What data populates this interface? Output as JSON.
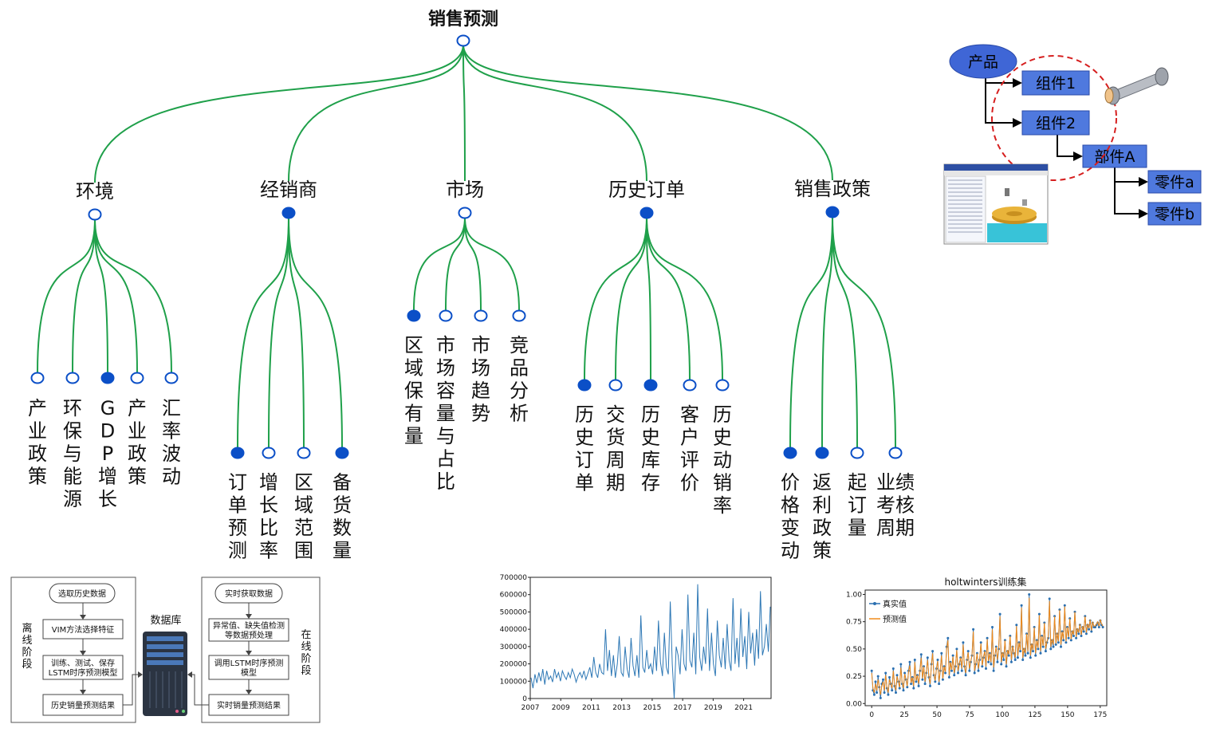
{
  "tree": {
    "root": {
      "label": "销售预测",
      "filled": false
    },
    "categories": [
      {
        "label": "环境",
        "filled": false,
        "leaves": [
          {
            "chars": [
              "产",
              "业",
              "政",
              "策"
            ],
            "filled": false
          },
          {
            "chars": [
              "环",
              "保",
              "与",
              "能",
              "源"
            ],
            "filled": false
          },
          {
            "chars": [
              "G",
              "D",
              "P",
              "增",
              "长"
            ],
            "filled": true
          },
          {
            "chars": [
              "产",
              "业",
              "政",
              "策"
            ],
            "filled": false
          },
          {
            "chars": [
              "汇",
              "率",
              "波",
              "动"
            ],
            "filled": false
          }
        ]
      },
      {
        "label": "经销商",
        "filled": true,
        "leaves": [
          {
            "chars": [
              "订",
              "单",
              "预",
              "测"
            ],
            "filled": true
          },
          {
            "chars": [
              "增",
              "长",
              "比",
              "率"
            ],
            "filled": false
          },
          {
            "chars": [
              "区",
              "域",
              "范",
              "围"
            ],
            "filled": false
          },
          {
            "chars": [
              "备",
              "货",
              "数",
              "量"
            ],
            "filled": true
          }
        ]
      },
      {
        "label": "市场",
        "filled": false,
        "leaves": [
          {
            "chars": [
              "区",
              "域",
              "保",
              "有",
              "量"
            ],
            "filled": true
          },
          {
            "chars": [
              "市",
              "场",
              "容",
              "量",
              "与",
              "占",
              "比"
            ],
            "filled": false
          },
          {
            "chars": [
              "市",
              "场",
              "趋",
              "势"
            ],
            "filled": false
          },
          {
            "chars": [
              "竞",
              "品",
              "分",
              "析"
            ],
            "filled": false
          }
        ]
      },
      {
        "label": "历史订单",
        "filled": true,
        "leaves": [
          {
            "chars": [
              "历",
              "史",
              "订",
              "单"
            ],
            "filled": true
          },
          {
            "chars": [
              "交",
              "货",
              "周",
              "期"
            ],
            "filled": false
          },
          {
            "chars": [
              "历",
              "史",
              "库",
              "存"
            ],
            "filled": true
          },
          {
            "chars": [
              "客",
              "户",
              "评",
              "价"
            ],
            "filled": false
          },
          {
            "chars": [
              "历",
              "史",
              "动",
              "销",
              "率"
            ],
            "filled": false
          }
        ]
      },
      {
        "label": "销售政策",
        "filled": true,
        "leaves": [
          {
            "chars": [
              "价",
              "格",
              "变",
              "动"
            ],
            "filled": true
          },
          {
            "chars": [
              "返",
              "利",
              "政",
              "策"
            ],
            "filled": true
          },
          {
            "chars": [
              "起",
              "订",
              "量"
            ],
            "filled": false
          },
          {
            "chars": [
              "业绩",
              "考核",
              "周期"
            ],
            "filled": false
          }
        ]
      }
    ]
  },
  "bom": {
    "product": "产品",
    "component1": "组件1",
    "component2": "组件2",
    "part": "部件A",
    "piece_a": "零件a",
    "piece_b": "零件b"
  },
  "flowchart": {
    "offline_steps": [
      "选取历史数据",
      "VIM方法选择特征",
      "训练、测试、保存",
      "LSTM时序预测模型",
      "历史销量预测结果"
    ],
    "online_steps": [
      "实时获取数据",
      "异常值、缺失值检测",
      "等数据预处理",
      "调用LSTM时序预测",
      "模型",
      "实时销量预测结果"
    ],
    "offline_label": [
      "离",
      "线",
      "阶",
      "段"
    ],
    "online_label": [
      "在",
      "线",
      "阶",
      "段"
    ],
    "database_label": "数据库"
  },
  "chart_data": [
    {
      "type": "line",
      "title": "",
      "xlabel": "",
      "ylabel": "",
      "x_ticks": [
        "2007",
        "2009",
        "2011",
        "2013",
        "2015",
        "2017",
        "2019",
        "2021"
      ],
      "y_ticks": [
        "0",
        "100000",
        "200000",
        "300000",
        "400000",
        "500000",
        "600000",
        "700000"
      ],
      "xlim": [
        2007,
        2022.8
      ],
      "ylim": [
        0,
        700000
      ],
      "series": [
        {
          "values": [
            120000,
            60000,
            140000,
            90000,
            150000,
            100000,
            170000,
            80000,
            160000,
            110000,
            130000,
            95000,
            170000,
            120000,
            150000,
            100000,
            160000,
            130000,
            110000,
            150000,
            120000,
            170000,
            140000,
            95000,
            130000,
            150000,
            120000,
            160000,
            110000,
            145000,
            180000,
            120000,
            240000,
            150000,
            120000,
            200000,
            150000,
            140000,
            400000,
            160000,
            280000,
            130000,
            250000,
            120000,
            200000,
            360000,
            150000,
            130000,
            300000,
            170000,
            120000,
            350000,
            190000,
            130000,
            250000,
            120000,
            480000,
            180000,
            150000,
            280000,
            170000,
            200000,
            140000,
            300000,
            160000,
            450000,
            210000,
            130000,
            380000,
            180000,
            140000,
            560000,
            200000,
            0,
            300000,
            250000,
            140000,
            400000,
            200000,
            160000,
            600000,
            220000,
            180000,
            380000,
            140000,
            660000,
            240000,
            160000,
            300000,
            200000,
            520000,
            160000,
            380000,
            200000,
            130000,
            450000,
            250000,
            180000,
            350000,
            170000,
            430000,
            220000,
            160000,
            580000,
            200000,
            350000,
            180000,
            520000,
            240000,
            360000,
            170000,
            500000,
            260000,
            380000,
            190000,
            400000,
            230000,
            620000,
            250000,
            300000,
            430000,
            270000,
            530000
          ]
        }
      ]
    },
    {
      "type": "line",
      "title": "holtwinters训练集",
      "xlabel": "",
      "ylabel": "",
      "x_ticks": [
        "0",
        "25",
        "50",
        "75",
        "100",
        "125",
        "150",
        "175"
      ],
      "y_ticks": [
        "0.00",
        "0.25",
        "0.50",
        "0.75",
        "1.00"
      ],
      "xlim": [
        -5,
        180
      ],
      "ylim": [
        -0.02,
        1.04
      ],
      "legend": "top-left",
      "series": [
        {
          "name": "真实值",
          "color": "#2a6fb0",
          "values": [
            0.3,
            0.12,
            0.08,
            0.2,
            0.1,
            0.25,
            0.15,
            0.05,
            0.18,
            0.22,
            0.1,
            0.28,
            0.14,
            0.08,
            0.24,
            0.18,
            0.12,
            0.32,
            0.16,
            0.1,
            0.26,
            0.2,
            0.14,
            0.36,
            0.18,
            0.12,
            0.28,
            0.22,
            0.15,
            0.3,
            0.38,
            0.18,
            0.24,
            0.14,
            0.4,
            0.2,
            0.26,
            0.16,
            0.3,
            0.45,
            0.22,
            0.34,
            0.18,
            0.28,
            0.42,
            0.24,
            0.16,
            0.36,
            0.48,
            0.26,
            0.2,
            0.32,
            0.4,
            0.18,
            0.3,
            0.46,
            0.22,
            0.34,
            0.28,
            0.52,
            0.6,
            0.24,
            0.38,
            0.3,
            0.44,
            0.26,
            0.34,
            0.5,
            0.28,
            0.36,
            0.42,
            0.3,
            0.56,
            0.34,
            0.26,
            0.4,
            0.48,
            0.3,
            0.38,
            0.44,
            0.68,
            0.28,
            0.36,
            0.46,
            0.3,
            0.4,
            0.56,
            0.34,
            0.42,
            0.48,
            0.32,
            0.6,
            0.38,
            0.46,
            0.36,
            0.7,
            0.3,
            0.44,
            0.52,
            0.38,
            0.5,
            0.82,
            0.36,
            0.46,
            0.4,
            0.58,
            0.34,
            0.48,
            0.44,
            0.62,
            0.38,
            0.52,
            0.46,
            0.4,
            0.72,
            0.42,
            0.56,
            0.48,
            0.9,
            0.4,
            0.5,
            0.44,
            0.64,
            0.46,
            1.0,
            0.42,
            0.54,
            0.48,
            0.7,
            0.44,
            0.58,
            0.5,
            0.82,
            0.46,
            0.62,
            0.52,
            0.74,
            0.48,
            0.56,
            0.6,
            0.96,
            0.5,
            0.58,
            0.52,
            0.8,
            0.54,
            0.64,
            0.56,
            0.86,
            0.52,
            0.66,
            0.58,
            0.9,
            0.56,
            0.7,
            0.6,
            0.78,
            0.58,
            0.66,
            0.62,
            0.84,
            0.6,
            0.68,
            0.64,
            0.72,
            0.62,
            0.7,
            0.66,
            0.8,
            0.64,
            0.72,
            0.68,
            0.76,
            0.66,
            0.74,
            0.7,
            0.7,
            0.72,
            0.74,
            0.7,
            0.76,
            0.72,
            0.7
          ]
        },
        {
          "name": "预测值",
          "color": "#f08a1a",
          "values": [
            0.28,
            0.14,
            0.1,
            0.18,
            0.12,
            0.22,
            0.16,
            0.08,
            0.16,
            0.2,
            0.12,
            0.26,
            0.15,
            0.1,
            0.22,
            0.18,
            0.14,
            0.3,
            0.17,
            0.12,
            0.25,
            0.2,
            0.15,
            0.33,
            0.19,
            0.14,
            0.27,
            0.22,
            0.16,
            0.29,
            0.35,
            0.19,
            0.24,
            0.16,
            0.38,
            0.21,
            0.26,
            0.18,
            0.3,
            0.42,
            0.23,
            0.34,
            0.2,
            0.29,
            0.4,
            0.25,
            0.18,
            0.35,
            0.46,
            0.27,
            0.21,
            0.32,
            0.39,
            0.2,
            0.31,
            0.44,
            0.23,
            0.34,
            0.29,
            0.5,
            0.58,
            0.26,
            0.38,
            0.31,
            0.43,
            0.28,
            0.35,
            0.49,
            0.3,
            0.37,
            0.42,
            0.32,
            0.54,
            0.35,
            0.28,
            0.4,
            0.47,
            0.32,
            0.39,
            0.44,
            0.66,
            0.3,
            0.37,
            0.46,
            0.32,
            0.41,
            0.55,
            0.35,
            0.43,
            0.48,
            0.34,
            0.59,
            0.39,
            0.46,
            0.38,
            0.68,
            0.33,
            0.45,
            0.52,
            0.4,
            0.51,
            0.8,
            0.38,
            0.47,
            0.42,
            0.58,
            0.36,
            0.49,
            0.45,
            0.62,
            0.4,
            0.53,
            0.47,
            0.42,
            0.71,
            0.44,
            0.56,
            0.49,
            0.88,
            0.42,
            0.51,
            0.46,
            0.64,
            0.48,
            0.97,
            0.44,
            0.55,
            0.49,
            0.7,
            0.46,
            0.58,
            0.51,
            0.81,
            0.48,
            0.62,
            0.53,
            0.74,
            0.5,
            0.57,
            0.61,
            0.94,
            0.52,
            0.59,
            0.54,
            0.8,
            0.55,
            0.65,
            0.57,
            0.86,
            0.54,
            0.66,
            0.59,
            0.89,
            0.57,
            0.7,
            0.61,
            0.78,
            0.59,
            0.67,
            0.63,
            0.84,
            0.61,
            0.69,
            0.65,
            0.73,
            0.63,
            0.71,
            0.67,
            0.8,
            0.65,
            0.73,
            0.69,
            0.77,
            0.67,
            0.75,
            0.71,
            0.71,
            0.73,
            0.75,
            0.71,
            0.77,
            0.73,
            0.71
          ]
        }
      ]
    }
  ]
}
